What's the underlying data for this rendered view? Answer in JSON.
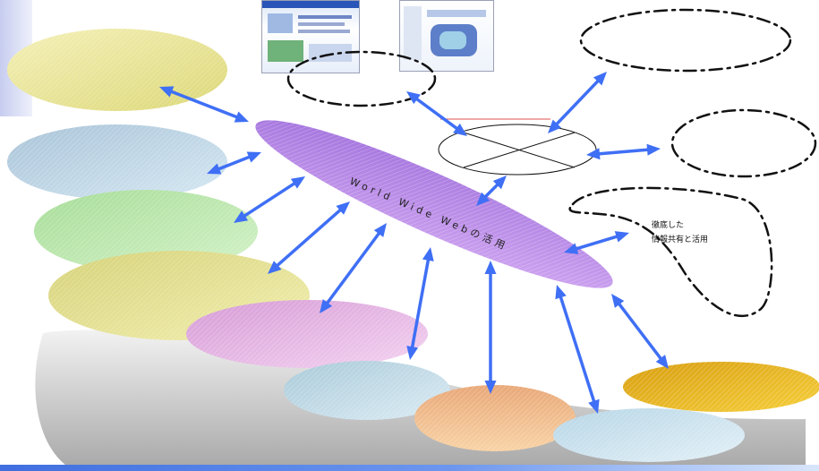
{
  "hub": {
    "label": "World Wide Webの活用"
  },
  "callout": {
    "line1": "徹底した",
    "line2": "情報共有と活用"
  },
  "colors": {
    "arrow": "#3f6ff5",
    "hub_fill": "#b07ee8",
    "wedge": "#cfcfcf"
  }
}
